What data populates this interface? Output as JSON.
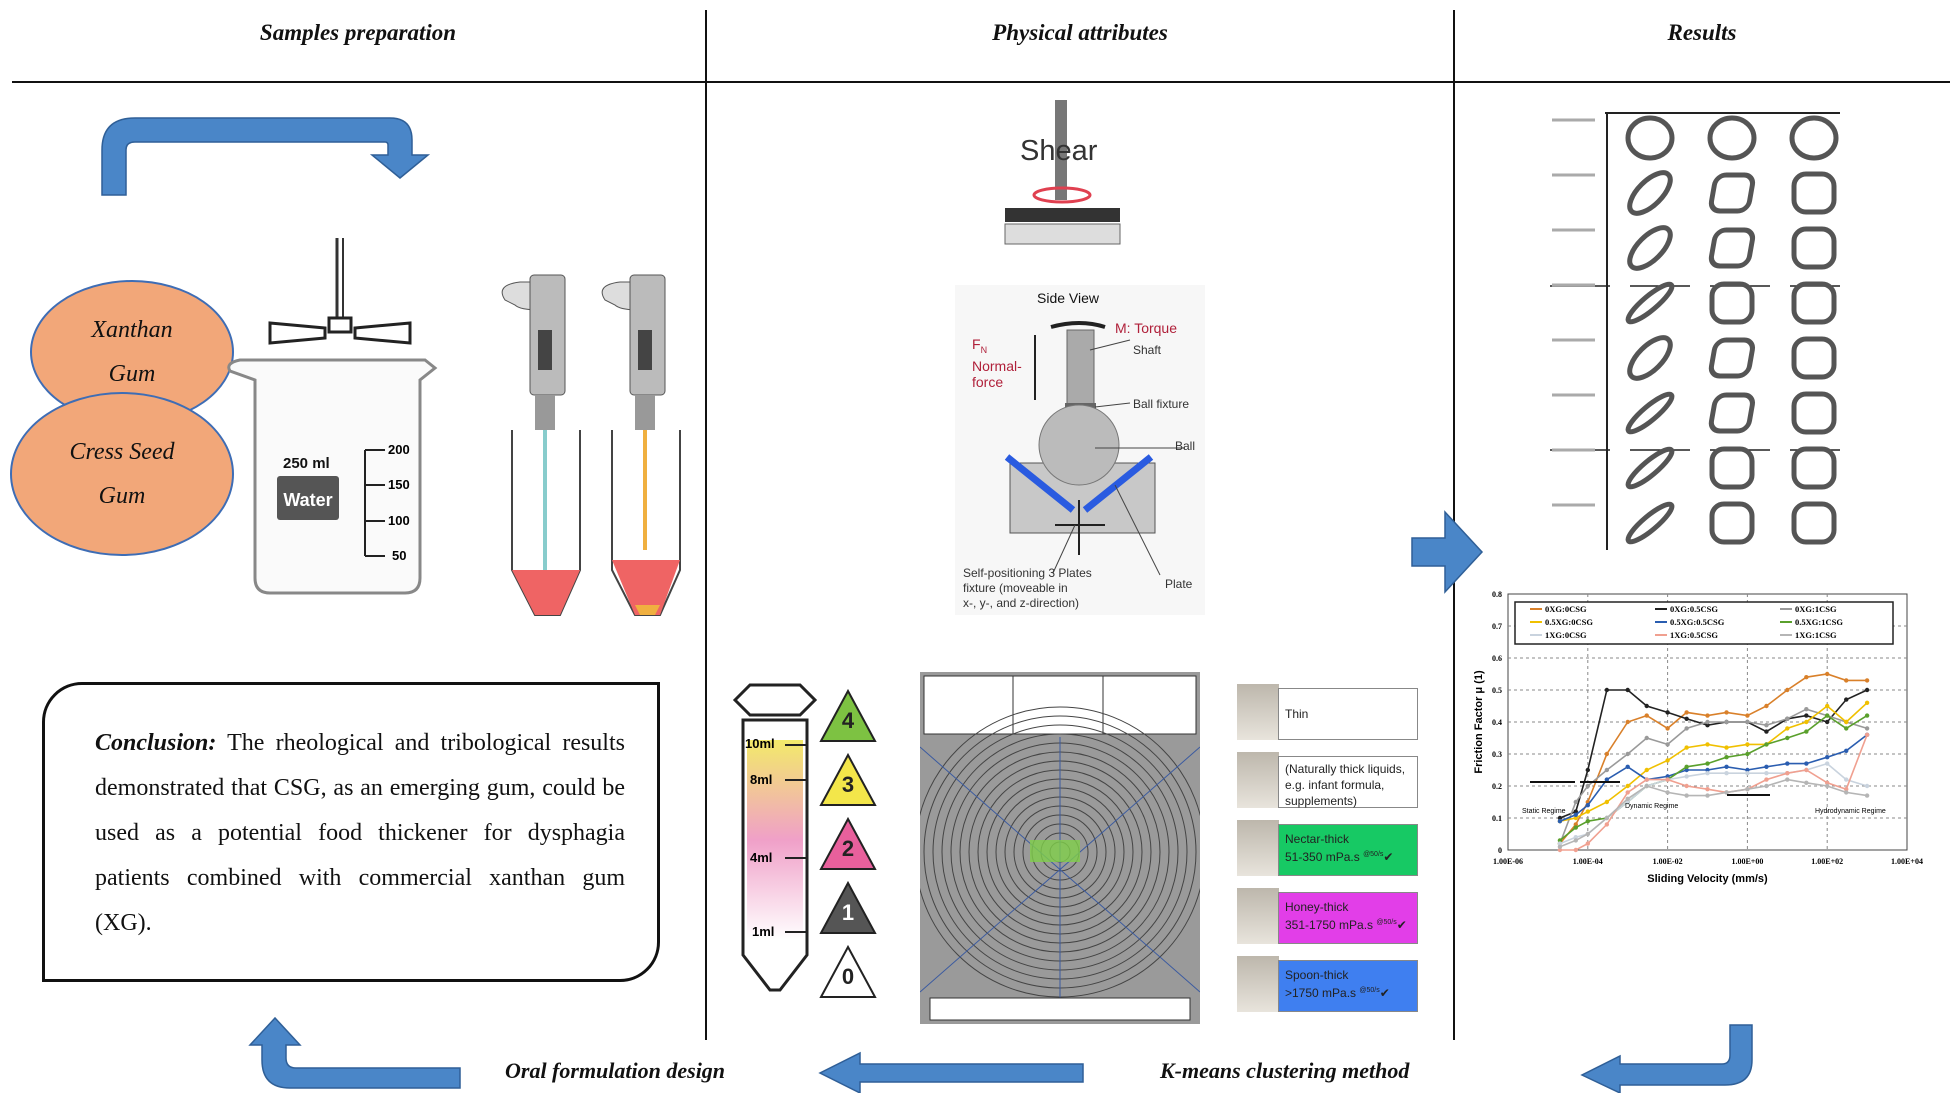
{
  "headers": {
    "samples": "Samples preparation",
    "physical": "Physical attributes",
    "results": "Results"
  },
  "samples": {
    "gum1": "Xanthan Gum",
    "gum2": "Cress Seed Gum",
    "beaker_volume": "250 ml",
    "beaker_content": "Water",
    "beaker_ticks": [
      "200",
      "150",
      "100",
      "50"
    ]
  },
  "conclusion": {
    "label": "Conclusion:",
    "text": "The rheological and tribological results demonstrated that CSG, as an emerging gum, could be used as a potential food thickener for dysphagia patients combined with commercial xanthan gum (XG)."
  },
  "physical": {
    "shear_label": "Shear",
    "side_view": {
      "title": "Side View",
      "torque": "M: Torque",
      "normal_force_symbol": "F",
      "normal_force_sub": "N",
      "normal_force_l1": "Normal-",
      "normal_force_l2": "force",
      "shaft": "Shaft",
      "ball_fixture": "Ball fixture",
      "ball": "Ball",
      "plate": "Plate",
      "fixture_l1": "Self-positioning 3 Plates",
      "fixture_l2": "fixture (moveable in",
      "fixture_l3": "x-, y-, and z-direction)"
    }
  },
  "syringe": {
    "marks": [
      "10ml",
      "8ml",
      "4ml",
      "1ml"
    ],
    "levels": [
      "4",
      "3",
      "2",
      "1",
      "0"
    ],
    "level_colors": [
      "#7dc242",
      "#f3e64a",
      "#e8609c",
      "#555555",
      "#ffffff"
    ]
  },
  "thickness_levels": [
    {
      "name": "Thin",
      "range": "",
      "color": "#ffffff"
    },
    {
      "name": "(Naturally thick liquids, e.g. infant formula, supplements)",
      "range": "",
      "color": "#ffffff"
    },
    {
      "name": "Nectar-thick",
      "range": "51-350 mPa.s",
      "shear": "@50/s",
      "color": "#17c964"
    },
    {
      "name": "Honey-thick",
      "range": "351-1750 mPa.s",
      "shear": "@50/s",
      "color": "#e23ee8"
    },
    {
      "name": "Spoon-thick",
      "range": ">1750 mPa.s",
      "shear": "@50/s",
      "color": "#3f7ff0"
    }
  ],
  "footer": {
    "oral": "Oral formulation design",
    "kmeans": "K-means clustering method"
  },
  "colors": {
    "arrow": "#4a86c8",
    "ellipse_fill": "#f2a779",
    "ellipse_border": "#3e6db5"
  },
  "chart_data": {
    "type": "line",
    "xlabel": "Sliding Velocity (mm/s)",
    "ylabel": "Friction Factor μ (1)",
    "x_scale": "log",
    "xlim": [
      1e-06,
      10000.0
    ],
    "ylim": [
      0,
      0.8
    ],
    "x_tick_labels": [
      "1.00E-06",
      "1.00E-04",
      "1.00E-02",
      "1.00E+00",
      "1.00E+02",
      "1.00E+04"
    ],
    "y_tick_labels": [
      "0",
      "0.1",
      "0.2",
      "0.3",
      "0.4",
      "0.5",
      "0.6",
      "0.7",
      "0.8"
    ],
    "grid": true,
    "legend_position": "top",
    "annotations": [
      "Static Regime",
      "Dynamic Regime",
      "Hydrodynamic Regime"
    ],
    "x": [
      2e-05,
      5e-05,
      0.0001,
      0.0003,
      0.001,
      0.003,
      0.01,
      0.03,
      0.1,
      0.3,
      1,
      3,
      10,
      30,
      100,
      300,
      1000
    ],
    "series": [
      {
        "name": "0XG:0CSG",
        "color": "#d9802a",
        "values": [
          0.02,
          0.08,
          0.15,
          0.3,
          0.4,
          0.42,
          0.38,
          0.43,
          0.42,
          0.43,
          0.42,
          0.45,
          0.5,
          0.54,
          0.55,
          0.53,
          0.53
        ]
      },
      {
        "name": "0XG:0.5CSG",
        "color": "#222222",
        "values": [
          0.1,
          0.12,
          0.25,
          0.5,
          0.5,
          0.45,
          0.43,
          0.41,
          0.39,
          0.4,
          0.4,
          0.37,
          0.41,
          0.42,
          0.4,
          0.47,
          0.5
        ]
      },
      {
        "name": "0XG:1CSG",
        "color": "#9a9a9a",
        "values": [
          0.02,
          0.15,
          0.2,
          0.25,
          0.3,
          0.35,
          0.33,
          0.38,
          0.4,
          0.4,
          0.4,
          0.39,
          0.41,
          0.44,
          0.42,
          0.4,
          0.38
        ]
      },
      {
        "name": "0.5XG:0CSG",
        "color": "#f0c000",
        "values": [
          0.09,
          0.1,
          0.12,
          0.15,
          0.2,
          0.25,
          0.28,
          0.32,
          0.33,
          0.32,
          0.33,
          0.33,
          0.38,
          0.4,
          0.45,
          0.4,
          0.46
        ]
      },
      {
        "name": "0.5XG:0.5CSG",
        "color": "#2a5db0",
        "values": [
          0.09,
          0.11,
          0.14,
          0.22,
          0.26,
          0.22,
          0.23,
          0.25,
          0.25,
          0.26,
          0.25,
          0.26,
          0.27,
          0.27,
          0.29,
          0.31,
          0.36
        ]
      },
      {
        "name": "0.5XG:1CSG",
        "color": "#5aa02c",
        "values": [
          0.03,
          0.07,
          0.09,
          0.1,
          0.15,
          0.2,
          0.22,
          0.26,
          0.27,
          0.29,
          0.3,
          0.33,
          0.35,
          0.37,
          0.42,
          0.38,
          0.42
        ]
      },
      {
        "name": "1XG:0CSG",
        "color": "#c9d3de",
        "values": [
          0.02,
          0.04,
          0.05,
          0.1,
          0.15,
          0.2,
          0.22,
          0.23,
          0.24,
          0.24,
          0.24,
          0.24,
          0.24,
          0.25,
          0.27,
          0.22,
          0.2
        ]
      },
      {
        "name": "1XG:0.5CSG",
        "color": "#f0a090",
        "values": [
          0.0,
          0.0,
          0.02,
          0.08,
          0.18,
          0.22,
          0.22,
          0.2,
          0.19,
          0.18,
          0.19,
          0.22,
          0.24,
          0.25,
          0.21,
          0.19,
          0.36
        ]
      },
      {
        "name": "1XG:1CSG",
        "color": "#b5b5b5",
        "values": [
          0.01,
          0.03,
          0.05,
          0.1,
          0.16,
          0.2,
          0.18,
          0.17,
          0.17,
          0.18,
          0.19,
          0.2,
          0.22,
          0.21,
          0.2,
          0.18,
          0.17
        ]
      }
    ]
  }
}
